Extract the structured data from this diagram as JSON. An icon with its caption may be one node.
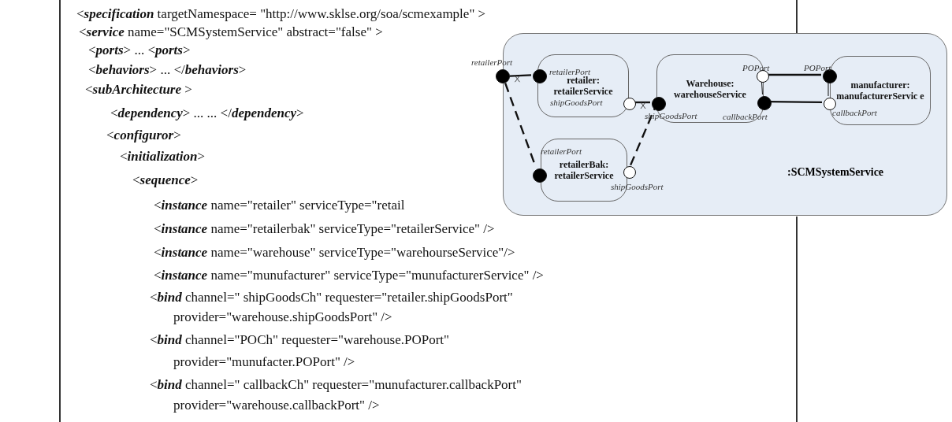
{
  "diagram": {
    "nodes": [
      {
        "text": [
          ":SCMSystemService"
        ]
      },
      {
        "text": [
          "retailer: retailerService"
        ],
        "in": 0
      },
      {
        "text": [
          "Warehouse: warehouseService"
        ],
        "in": 0
      },
      {
        "text": [
          "manufacturer: manufacturerServic e"
        ],
        "in": 0
      },
      {
        "text": [
          "retailerBak: retailerService"
        ],
        "in": 0
      },
      {
        "text": [],
        "shape": "circle",
        "beside": [
          "retailerPort"
        ]
      },
      {
        "text": [],
        "shape": "circle",
        "beside": [
          "retailerPort"
        ],
        "in": 1
      },
      {
        "text": [],
        "shape": "circle",
        "beside": [
          "shipGoodsPort"
        ],
        "in": 1
      },
      {
        "text": [],
        "shape": "circle",
        "beside": [
          "shipGoodsPort"
        ],
        "in": 2
      },
      {
        "text": [],
        "shape": "circle",
        "beside": [
          "POPort"
        ],
        "in": 2
      },
      {
        "text": [],
        "shape": "circle",
        "beside": [
          "callbackPort"
        ],
        "in": 2
      },
      {
        "text": [],
        "shape": "circle",
        "beside": [
          "POPort"
        ],
        "in": 3
      },
      {
        "text": [],
        "shape": "circle",
        "beside": [
          "callbackPort"
        ],
        "in": 3
      },
      {
        "text": [],
        "shape": "circle",
        "beside": [
          "retailerPort"
        ],
        "in": 4
      },
      {
        "text": [],
        "shape": "circle",
        "beside": [
          "shipGoodsPort"
        ],
        "in": 4
      }
    ],
    "edges": [
      {
        "from": 5,
        "to": 6,
        "arrow": "none"
      },
      {
        "from": 7,
        "to": 8,
        "arrow": "none"
      },
      {
        "from": 9,
        "to": 11,
        "arrow": "none"
      },
      {
        "from": 10,
        "to": 12,
        "arrow": "none"
      },
      {
        "from": 9,
        "to": 10,
        "arrow": "none"
      },
      {
        "from": 11,
        "to": 12,
        "arrow": "none"
      },
      {
        "from": 5,
        "to": 13,
        "arrow": "none",
        "style": "dashed"
      },
      {
        "from": 14,
        "to": 8,
        "arrow": "none",
        "style": "dashed"
      }
    ],
    "labels": [
      "<**specification**  targetNamespace= \"http://www.sklse.org/soa/scmexample\" >",
      "<**service** name=\"SCMSystemService\"  abstract=\"false\" >",
      "<**ports**> ...   <**ports**>",
      "<**behaviors**> ... </**behaviors**>",
      "<**subArchitecture** >",
      "<**dependency**> ... ... </**dependency**>",
      "<**configuror**>",
      "<**initialization**>",
      "<**sequence**>",
      "<**instance** name=\"retailer\" serviceType=\"retail",
      "<**instance** name=\"retailerbak\" serviceType=\"retailerService\" />",
      "<**instance** name=\"warehouse\" serviceType=\"warehourseService\"/>",
      "<**instance** name=\"munufacturer\" serviceType=\"munufacturerService\" />",
      "<**bind** channel=\" shipGoodsCh\" requester=\"retailer.shipGoodsPort\"",
      "provider=\"warehouse.shipGoodsPort\" />",
      "<**bind**  channel=\"POCh\" requester=\"warehouse.POPort\"",
      "provider=\"munufacter.POPort\" />",
      "<**bind** channel=\" callbackCh\" requester=\"munufacturer.callbackPort\"",
      "provider=\"warehouse.callbackPort\" />"
    ]
  }
}
